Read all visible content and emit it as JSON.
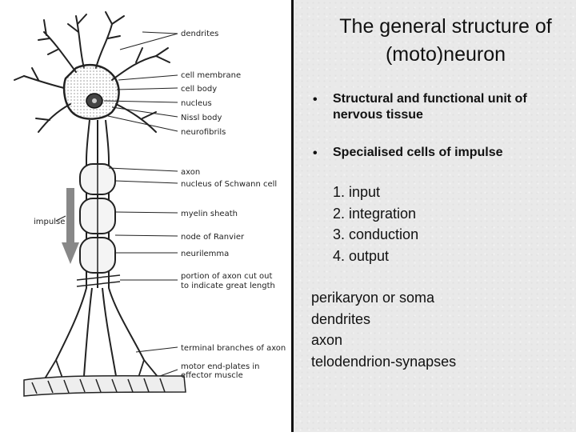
{
  "slide": {
    "title_line1": "The general structure of",
    "title_line2": "(moto)neuron",
    "bullets": [
      "Structural and functional unit of nervous tissue",
      "Specialised cells of impulse"
    ],
    "bullet_symbol": "•",
    "functions": [
      "1. input",
      "2. integration",
      "3. conduction",
      "4. output"
    ],
    "parts": [
      "perikaryon or soma",
      "dendrites",
      "axon",
      "telodendrion-synapses"
    ]
  },
  "diagram": {
    "labels": {
      "dendrites": "dendrites",
      "cell_membrane": "cell membrane",
      "cell_body": "cell body",
      "nucleus": "nucleus",
      "nissl_body": "Nissl body",
      "neurofibrils": "neurofibrils",
      "axon": "axon",
      "schwann_nucleus": "nucleus of Schwann cell",
      "myelin_sheath": "myelin sheath",
      "node_of_ranvier": "node of Ranvier",
      "neurilemma": "neurilemma",
      "axon_cut_line1": "portion of axon cut out",
      "axon_cut_line2": "to indicate great length",
      "terminal_branches": "terminal branches of axon",
      "motor_end_plates_line1": "motor end-plates in",
      "motor_end_plates_line2": "effector muscle",
      "impulse": "impulse"
    },
    "colors": {
      "ink": "#222222",
      "arrow": "#888888",
      "stipple": "#d8d8d8"
    }
  }
}
